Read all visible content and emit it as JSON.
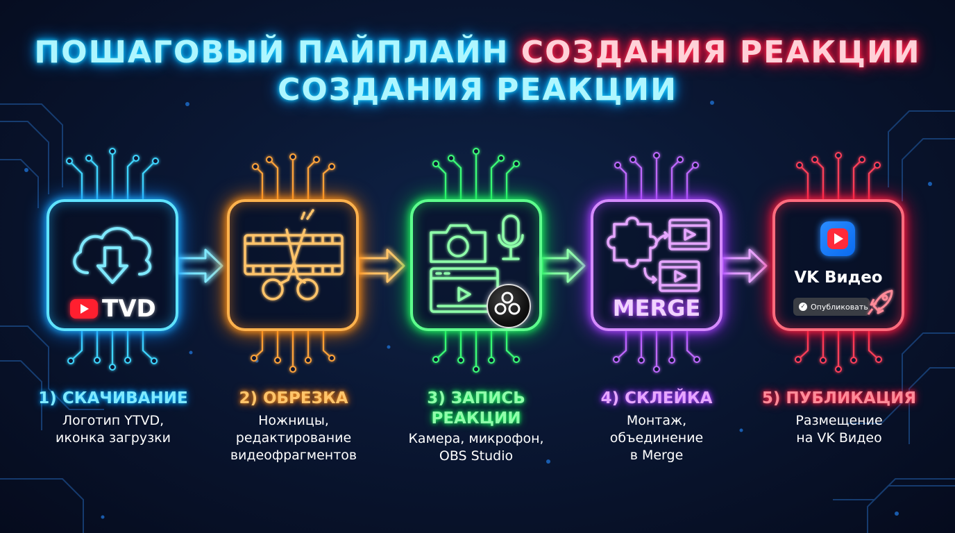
{
  "title": {
    "line1_cyan": "ПОШАГОВЫЙ ПАЙПЛАЙН",
    "line1_red": "СОЗДАНИЯ РЕАКЦИИ",
    "line2_cyan": "СОЗДАНИЯ РЕАКЦИИ"
  },
  "steps": [
    {
      "title": "1) СКАЧИВАНИЕ",
      "desc_lines": [
        "Логотип YTVD,",
        "иконка загрузки"
      ],
      "badge": "TVD",
      "icon": "cloud-download-icon",
      "color": "#5fe3ff"
    },
    {
      "title": "2) ОБРЕЗКА",
      "desc_lines": [
        "Ножницы,",
        "редактирование",
        "видеофрагментов"
      ],
      "icon": "scissors-film-icon",
      "color": "#ffb24d"
    },
    {
      "title_lines": [
        "3) ЗАПИСЬ",
        "РЕАКЦИИ"
      ],
      "desc_lines": [
        "Камера, микрофон,",
        "OBS Studio"
      ],
      "icon": "camera-microphone-icon",
      "color": "#5dff8d"
    },
    {
      "title": "4) СКЛЕЙКА",
      "desc_lines": [
        "Монтаж,",
        "объединение",
        "в Merge"
      ],
      "badge": "MERGE",
      "icon": "puzzle-video-icon",
      "color": "#d58bff"
    },
    {
      "title": "5) ПУБЛИКАЦИЯ",
      "desc_lines": [
        "Размещение",
        "на VK Видео"
      ],
      "badge": "VK Видео",
      "button": "Опубликовать",
      "icon": "vk-video-icon",
      "color": "#ff6b7d"
    }
  ]
}
